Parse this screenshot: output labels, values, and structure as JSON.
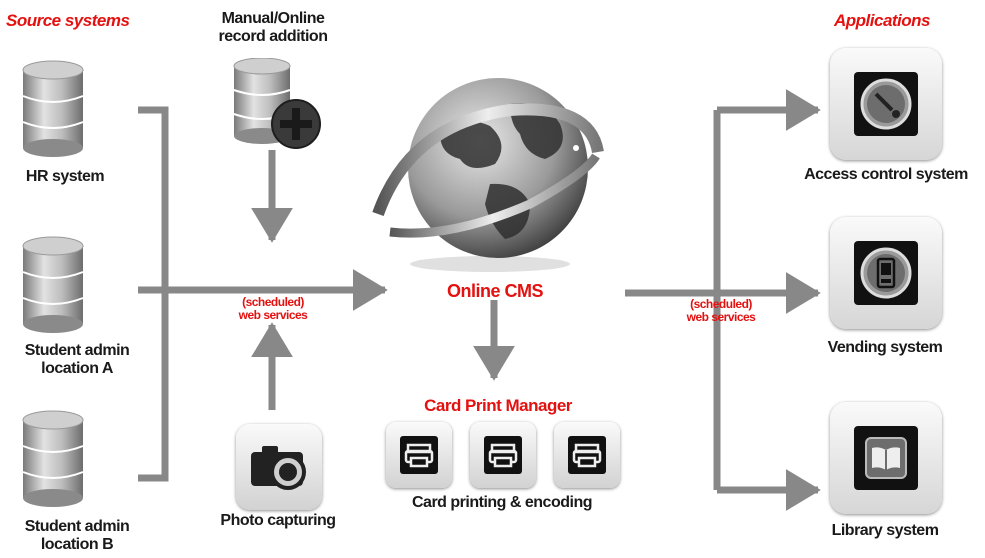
{
  "headers": {
    "source_systems": "Source systems",
    "applications": "Applications"
  },
  "sources": {
    "hr": "HR system",
    "student_a": "Student admin\nlocation A",
    "student_b": "Student admin\nlocation B"
  },
  "manual": "Manual/Online\nrecord addition",
  "photo": "Photo capturing",
  "web_services_left": "(scheduled)\nweb services",
  "web_services_right": "(scheduled)\nweb services",
  "cms": "Online CMS",
  "card_print_manager": "Card Print Manager",
  "card_printing": "Card printing & encoding",
  "apps": {
    "access": "Access control system",
    "vending": "Vending system",
    "library": "Library system"
  },
  "colors": {
    "accent_red": "#e3110f",
    "arrow_gray": "#888888"
  },
  "icons": {
    "source_db": "database-icon",
    "manual_db": "database-add-icon",
    "camera": "camera-icon",
    "globe": "globe-icon",
    "printer": "printer-icon",
    "access": "key-reader-icon",
    "vending": "vending-machine-icon",
    "library": "book-icon"
  }
}
